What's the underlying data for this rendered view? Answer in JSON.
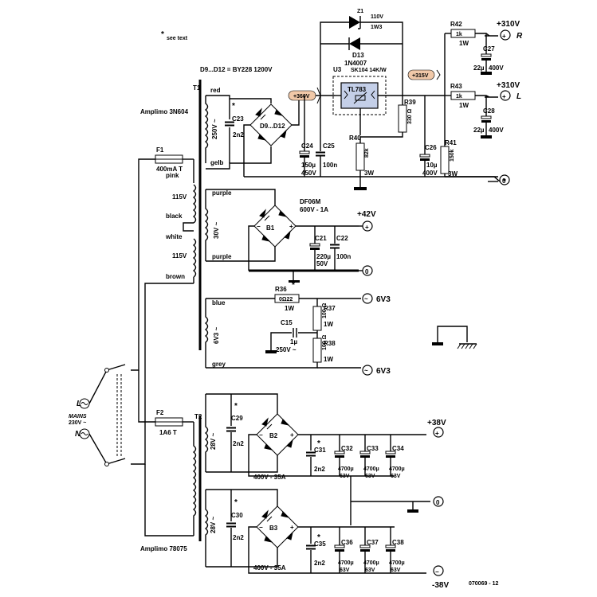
{
  "notes": {
    "see_text": "see text",
    "rectifier_note": "D9...D12 = BY228 1200V",
    "figure_number": "070069 - 12"
  },
  "transformers": {
    "t1": {
      "name": "T1",
      "model": "Amplimo 3N604"
    },
    "t2": {
      "name": "T2",
      "model": "Amplimo 78075"
    }
  },
  "mains": {
    "l": "L",
    "n": "N",
    "title": "MAINS",
    "voltage": "230V ~"
  },
  "fuses": {
    "f1": {
      "name": "F1",
      "rating": "400mA T"
    },
    "f2": {
      "name": "F2",
      "rating": "1A6 T"
    }
  },
  "primary_wires": {
    "pink": "pink",
    "v115a": "115V",
    "black": "black",
    "white": "white",
    "v115b": "115V",
    "brown": "brown"
  },
  "secondary_hv": {
    "red": "red",
    "gelb": "gelb",
    "voltage": "250V ~"
  },
  "secondary_30v": {
    "top": "purple",
    "bottom": "purple",
    "voltage": "30V ~"
  },
  "secondary_6v3": {
    "top": "blue",
    "bottom": "grey",
    "voltage": "6V3 ~"
  },
  "t2_secondary": {
    "upper": "28V ~",
    "lower": "28V ~"
  },
  "components": {
    "c23": {
      "name": "C23",
      "value": "2n2"
    },
    "bridge_hv": "D9...D12",
    "c24": {
      "name": "C24",
      "v1": "150µ",
      "v2": "450V"
    },
    "c25": {
      "name": "C25",
      "value": "100n"
    },
    "z1": {
      "name": "Z1",
      "v1": "110V",
      "v2": "1W3"
    },
    "d13": {
      "name": "D13",
      "value": "1N4007"
    },
    "u3": {
      "name": "U3",
      "heatsink": "SK104 14K/W",
      "chip": "TL783"
    },
    "r39": {
      "name": "R39",
      "value": "330 Ω"
    },
    "r40": {
      "name": "R40",
      "value": "82k",
      "power": "3W"
    },
    "c26": {
      "name": "C26",
      "v1": "10µ",
      "v2": "400V"
    },
    "r41": {
      "name": "R41",
      "value": "150k",
      "power": "3W"
    },
    "r42": {
      "name": "R42",
      "value": "1k",
      "power": "1W"
    },
    "r43": {
      "name": "R43",
      "value": "1k",
      "power": "1W"
    },
    "c27": {
      "name": "C27",
      "v1": "22µ",
      "v2": "400V"
    },
    "c28": {
      "name": "C28",
      "v1": "22µ",
      "v2": "400V"
    },
    "b1": {
      "name": "B1",
      "type": "DF06M",
      "rating": "600V - 1A"
    },
    "c21": {
      "name": "C21",
      "v1": "220µ",
      "v2": "50V"
    },
    "c22": {
      "name": "C22",
      "value": "100n"
    },
    "r36": {
      "name": "R36",
      "value": "0Ω22",
      "power": "1W"
    },
    "r37": {
      "name": "R37",
      "value": "100 Ω",
      "power": "1W"
    },
    "r38": {
      "name": "R38",
      "value": "100 Ω",
      "power": "1W"
    },
    "c15": {
      "name": "C15",
      "v1": "1µ",
      "v2": "250V ~"
    },
    "c29": {
      "name": "C29",
      "value": "2n2"
    },
    "c30": {
      "name": "C30",
      "value": "2n2"
    },
    "b2": {
      "name": "B2",
      "rating": "400V - 35A"
    },
    "b3": {
      "name": "B3",
      "rating": "400V - 35A"
    },
    "c31": {
      "name": "C31",
      "value": "2n2"
    },
    "c35": {
      "name": "C35",
      "value": "2n2"
    },
    "c32": {
      "name": "C32",
      "v1": "4700µ",
      "v2": "63V"
    },
    "c33": {
      "name": "C33",
      "v1": "4700µ",
      "v2": "63V"
    },
    "c34": {
      "name": "C34",
      "v1": "4700µ",
      "v2": "63V"
    },
    "c36": {
      "name": "C36",
      "v1": "4700µ",
      "v2": "63V"
    },
    "c37": {
      "name": "C37",
      "v1": "4700µ",
      "v2": "63V"
    },
    "c38": {
      "name": "C38",
      "v1": "4700µ",
      "v2": "63V"
    }
  },
  "rails": {
    "v360": "+360V",
    "v315": "+315V",
    "v310r": "+310V",
    "r_label": "R",
    "v310l": "+310V",
    "l_label": "L",
    "v42": "+42V",
    "v6v3a": "6V3",
    "v6v3b": "6V3",
    "v38p": "+38V",
    "v38n": "-38V",
    "zero": "0"
  },
  "symbols": {
    "plus": "+",
    "minus": "−",
    "tilde": "~"
  }
}
